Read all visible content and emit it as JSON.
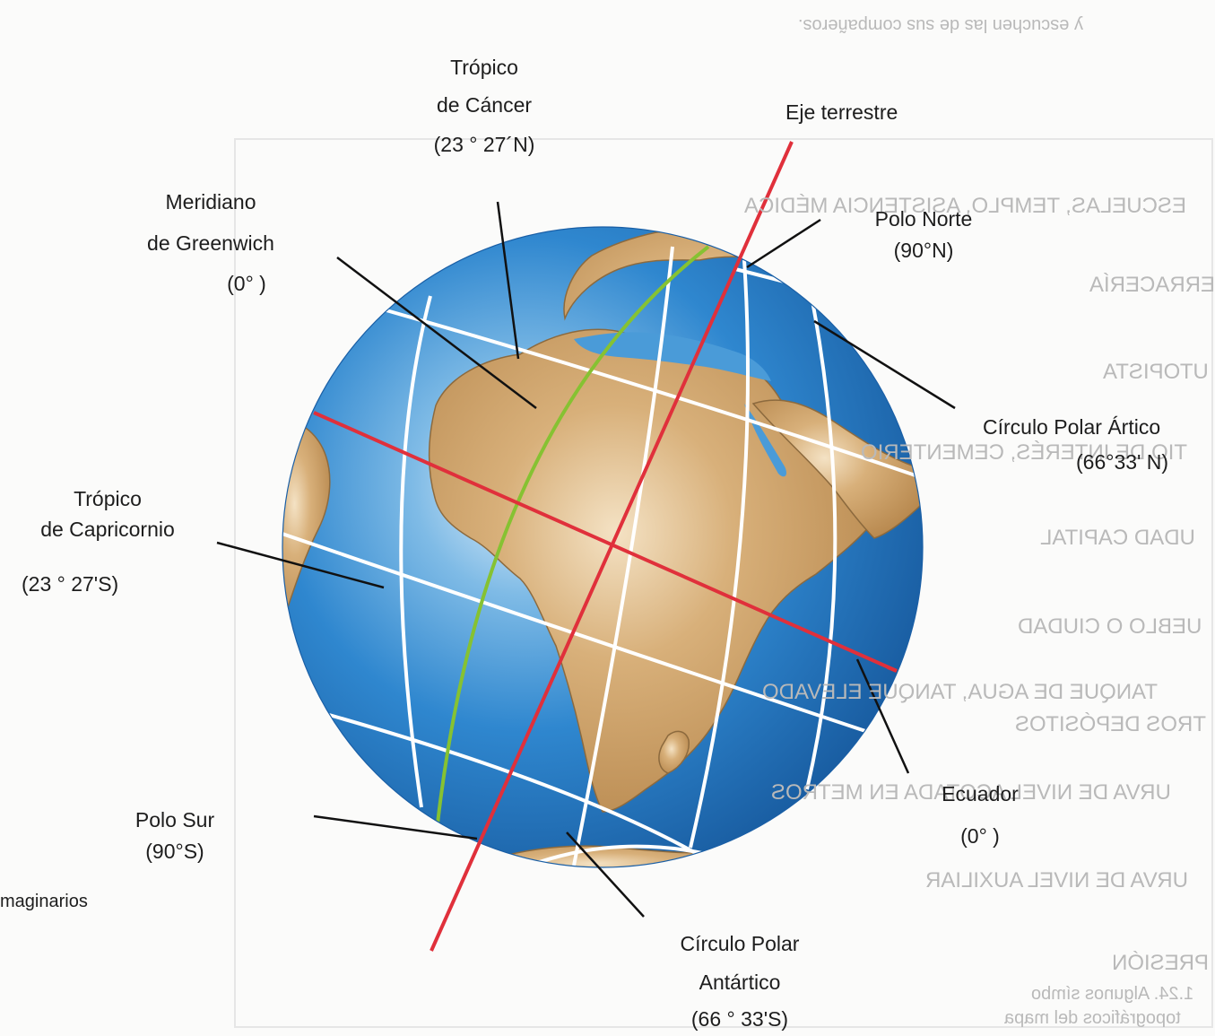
{
  "labels": {
    "tropico_cancer": {
      "line1": "Trópico",
      "line2": "de Cáncer",
      "coord": "(23 ° 27´N)"
    },
    "eje_terrestre": "Eje terrestre",
    "meridiano_greenwich": {
      "line1": "Meridiano",
      "line2": "de Greenwich",
      "coord": "(0° )"
    },
    "polo_norte": {
      "line1": "Polo Norte",
      "coord": "(90°N)"
    },
    "circulo_polar_artico": {
      "line1": "Círculo Polar Ártico",
      "coord": "(66°33' N)"
    },
    "tropico_capricornio": {
      "line1": "Trópico",
      "line2": "de Capricornio",
      "coord": "(23 ° 27'S)"
    },
    "ecuador": {
      "line1": "Ecuador",
      "coord": "(0° )"
    },
    "polo_sur": {
      "line1": "Polo Sur",
      "coord": "(90°S)"
    },
    "circulo_polar_antartico": {
      "line1": "Círculo Polar",
      "line2": "Antártico",
      "coord": "(66 ° 33'S)"
    }
  },
  "caption_fragment": "maginarios",
  "bleed_through": {
    "top_line": "y escuchen las de sus compañeros.",
    "legend": [
      "ESCUELAS, TEMPLO, ASISTENCIA MÉDICA",
      "ERRACERÍA",
      "UTOPISTA",
      "TIO DE INTERÉS, CEMENTERIO",
      "UDAD CAPITAL",
      "UEBLO O CIUDAD",
      "TANQUE DE AGUA, TANQUE ELEVADO",
      "TROS DEPÓSITOS",
      "URVA DE NIVEL ACOTADA EN METROS",
      "URVA DE NIVEL AUXILIAR",
      "PRESIÓN"
    ],
    "caption": [
      "1.24. Algunos símbo",
      "topográficos del mapa"
    ]
  },
  "colors": {
    "ocean": "#2e86cd",
    "ocean_dark": "#1a5fa6",
    "land": "#c99a5e",
    "grid": "#ffffff",
    "axis_equator": "#e0303b",
    "greenwich": "#86c232",
    "leader": "#111111"
  }
}
